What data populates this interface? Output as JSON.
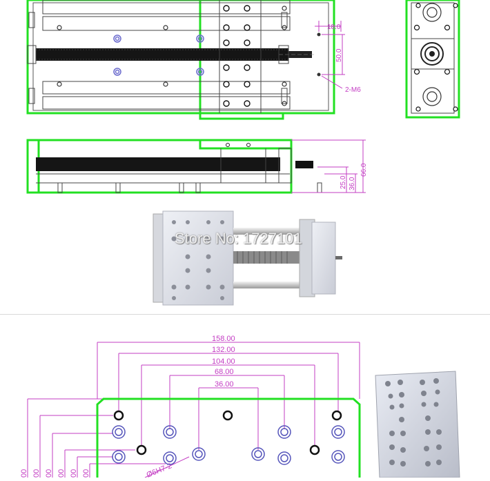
{
  "drawing": {
    "colors": {
      "outline": "#22e022",
      "dimension": "#c33cc3",
      "part": "#444444",
      "screw": "#111111"
    },
    "top_view": {
      "dim_width": "18.0",
      "dim_height": "50.0",
      "thread_callout": "2-M6"
    },
    "side_view": {
      "dim_a": "25.0",
      "dim_b": "36.0",
      "dim_c": "66.0"
    },
    "photo_watermark": "Store No: 1727101",
    "plate": {
      "dims": [
        "158.00",
        "132.00",
        "104.00",
        "68.00",
        "36.00"
      ],
      "left_dims": [
        "00",
        "00",
        "00",
        "00",
        "00",
        "00"
      ],
      "hole_callout": "Ø6H7-2"
    }
  }
}
